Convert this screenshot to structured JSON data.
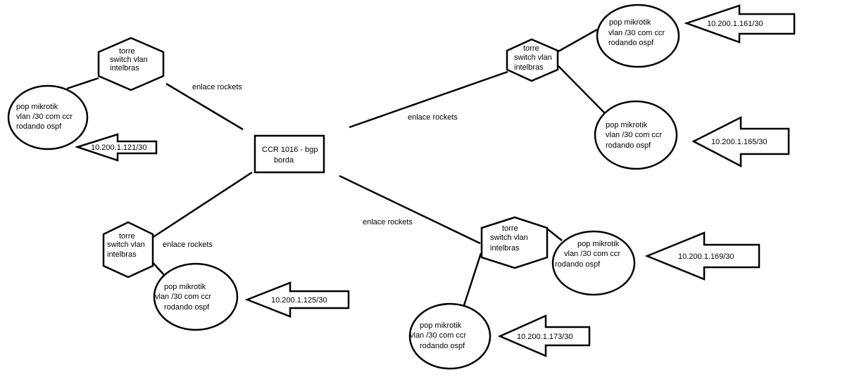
{
  "core_router": {
    "line1": "CCR 1016 - bgp",
    "line2": "borda"
  },
  "link_label": "enlace rockets",
  "tower": {
    "line1": "torre",
    "line2": "switch vlan",
    "line3": "intelbras"
  },
  "pop": {
    "line1": "pop mikrotik",
    "line2": "vlan /30 com ccr",
    "line3": "rodando ospf"
  },
  "pops": [
    {
      "subnet": "10.200.1.121/30"
    },
    {
      "subnet": "10.200.1.125/30"
    },
    {
      "subnet": "10.200.1.161/30"
    },
    {
      "subnet": "10.200.1.165/30"
    },
    {
      "subnet": "10.200.1.169/30"
    },
    {
      "subnet": "10.200.1.173/30"
    }
  ]
}
